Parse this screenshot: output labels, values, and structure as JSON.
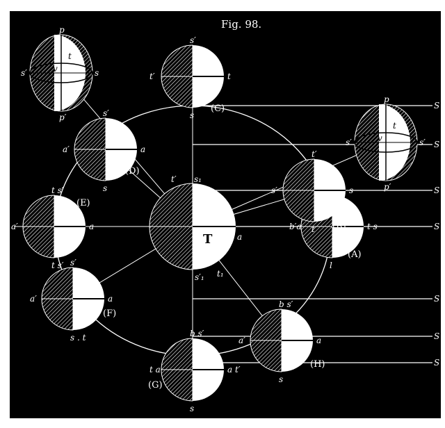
{
  "figure": {
    "title": "Fig. 98.",
    "center_label": "T",
    "center_marks": {
      "s1": "s₁",
      "t1p": "t′",
      "s1p": "s′₁",
      "t1": "t₁",
      "a": "a"
    },
    "sun_label": "S",
    "positions": [
      {
        "id": "A",
        "label": "(A)",
        "marks": [
          "a",
          "b′a",
          "t s",
          "l"
        ]
      },
      {
        "id": "B",
        "label": "(B)",
        "marks": [
          "t′",
          "s′",
          "s",
          "t"
        ]
      },
      {
        "id": "C",
        "label": "(C)",
        "marks": [
          "s′",
          "t′",
          "t",
          "s"
        ]
      },
      {
        "id": "D",
        "label": "(D)",
        "marks": [
          "s′",
          "a′",
          "a",
          "s"
        ]
      },
      {
        "id": "E",
        "label": "(E)",
        "marks": [
          "t s′",
          "a′",
          "a",
          "t s′"
        ]
      },
      {
        "id": "F",
        "label": "(F)",
        "marks": [
          "s′",
          "a′",
          "a",
          "s . t"
        ]
      },
      {
        "id": "G",
        "label": "(G)",
        "marks": [
          "b s′",
          "t a",
          "a t′",
          "s"
        ]
      },
      {
        "id": "H",
        "label": "(H)",
        "marks": [
          "b s′",
          "a′",
          "a",
          "s"
        ]
      }
    ],
    "detail_globes": [
      {
        "id": "upper-left",
        "marks": [
          "p",
          "s′",
          "s",
          "p′",
          "t",
          "v"
        ]
      },
      {
        "id": "right",
        "marks": [
          "p",
          "s′",
          "s′",
          "p′",
          "t",
          "v"
        ]
      }
    ]
  }
}
